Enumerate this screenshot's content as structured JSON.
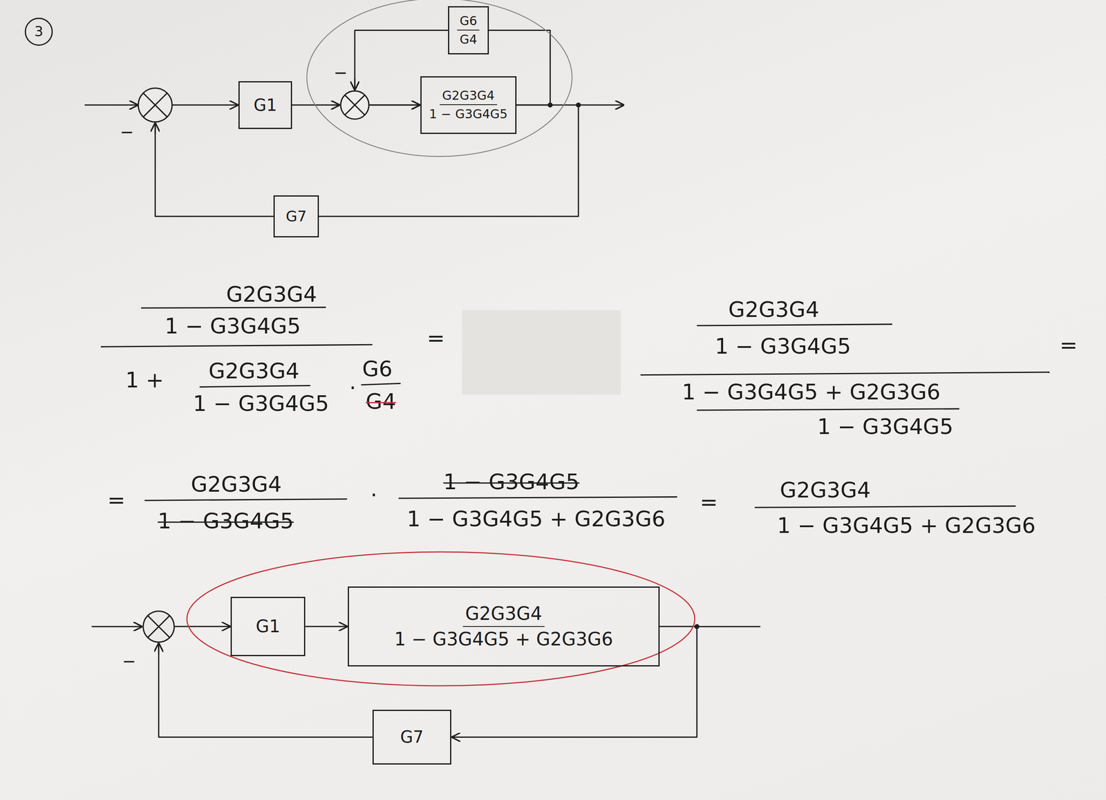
{
  "diagram": {
    "nodes": [
      {
        "text": [
          "3"
        ]
      },
      {
        "text": [
          "G6",
          "G4"
        ]
      },
      {
        "text": [
          "G1"
        ]
      },
      {
        "text": [
          "G2G3G4",
          "1 − G3G4G5"
        ]
      },
      {
        "text": [
          "G7"
        ]
      },
      {
        "text": [
          "G1"
        ]
      },
      {
        "text": [
          "G2G3G4",
          "1 − G3G4G5 + G2G3G6"
        ]
      },
      {
        "text": [
          "G7"
        ]
      }
    ],
    "edges": [
      {
        "from": 2,
        "to": 3,
        "arrow": "to"
      },
      {
        "from": 1,
        "to": 3,
        "arrow": "to"
      },
      {
        "from": 3,
        "to": 1,
        "arrow": "none"
      },
      {
        "from": 3,
        "to": 4,
        "arrow": "none"
      },
      {
        "from": 4,
        "to": 2,
        "arrow": "to"
      },
      {
        "from": 5,
        "to": 6,
        "arrow": "to"
      },
      {
        "from": 6,
        "to": 7,
        "arrow": "to"
      },
      {
        "from": 7,
        "to": 5,
        "arrow": "to"
      }
    ],
    "labels": [
      "−",
      "−",
      "G2G3G4",
      "1 − G3G4G5",
      "1 +",
      "G2G3G4",
      "1 − G3G4G5",
      "·",
      "G6",
      "G4",
      "=",
      "G2G3G4",
      "1 − G3G4G5",
      "1 − G3G4G5 + G2G3G6",
      "1 − G3G4G5",
      "=",
      "=",
      "G2G3G4",
      "1 − G3G4G5",
      "·",
      "1 − G3G4G5",
      "1 − G3G4G5 + G2G3G6",
      "=",
      "G2G3G4",
      "1 − G3G4G5 + G2G3G6",
      "−"
    ]
  }
}
